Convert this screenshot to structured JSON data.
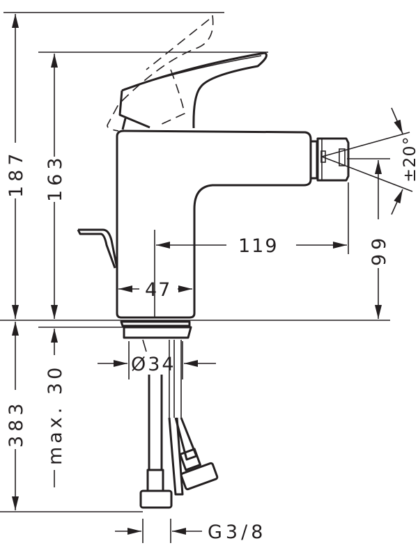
{
  "dimensions": {
    "total_height": "187",
    "lever_height": "163",
    "spout_reach": "119",
    "body_width": "47",
    "swivel_angle": "±20°",
    "spout_height": "99",
    "hose_length": "383",
    "deck_thickness": "max. 30",
    "hole_diameter": "Ø34",
    "connection_thread": "G3/8"
  },
  "colors": {
    "line": "#231f20",
    "background": "#ffffff"
  }
}
